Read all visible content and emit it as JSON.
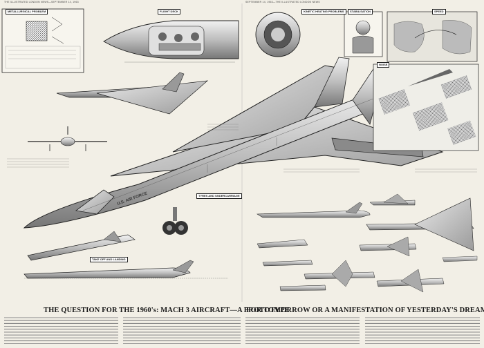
{
  "running_head": {
    "left": "THE ILLUSTRATED LONDON NEWS—SEPTEMBER 14, 1963",
    "right": "SEPTEMBER 14, 1963—THE ILLUSTRATED LONDON NEWS"
  },
  "labels": {
    "metallurgical_problem": "METALLURGICAL PROBLEM",
    "flight_deck": "FLIGHT DECK",
    "kinetic_heating": "KINETIC HEATING PROBLEMS",
    "stabilisation": "STABILISATION",
    "speed": "SPEED",
    "noise": "NOISE",
    "tyres_and_undercarriage": "TYRES AND UNDERCARRIAGE",
    "take_off_and_landing": "TAKE OFF AND LANDING",
    "fuselage_mark": "U.S. AIR FORCE"
  },
  "headline": {
    "left": "THE QUESTION FOR THE 1960's: MACH 3 AIRCRAFT—A PROTOTYPE",
    "right": "FOR TOMORROW OR A MANIFESTATION OF YESTERDAY'S DREAM?"
  },
  "colors": {
    "paper": "#f2efe6",
    "ink": "#1a1a1a",
    "metal_light": "#d9d9d9",
    "metal_dark": "#6a6a6a"
  }
}
